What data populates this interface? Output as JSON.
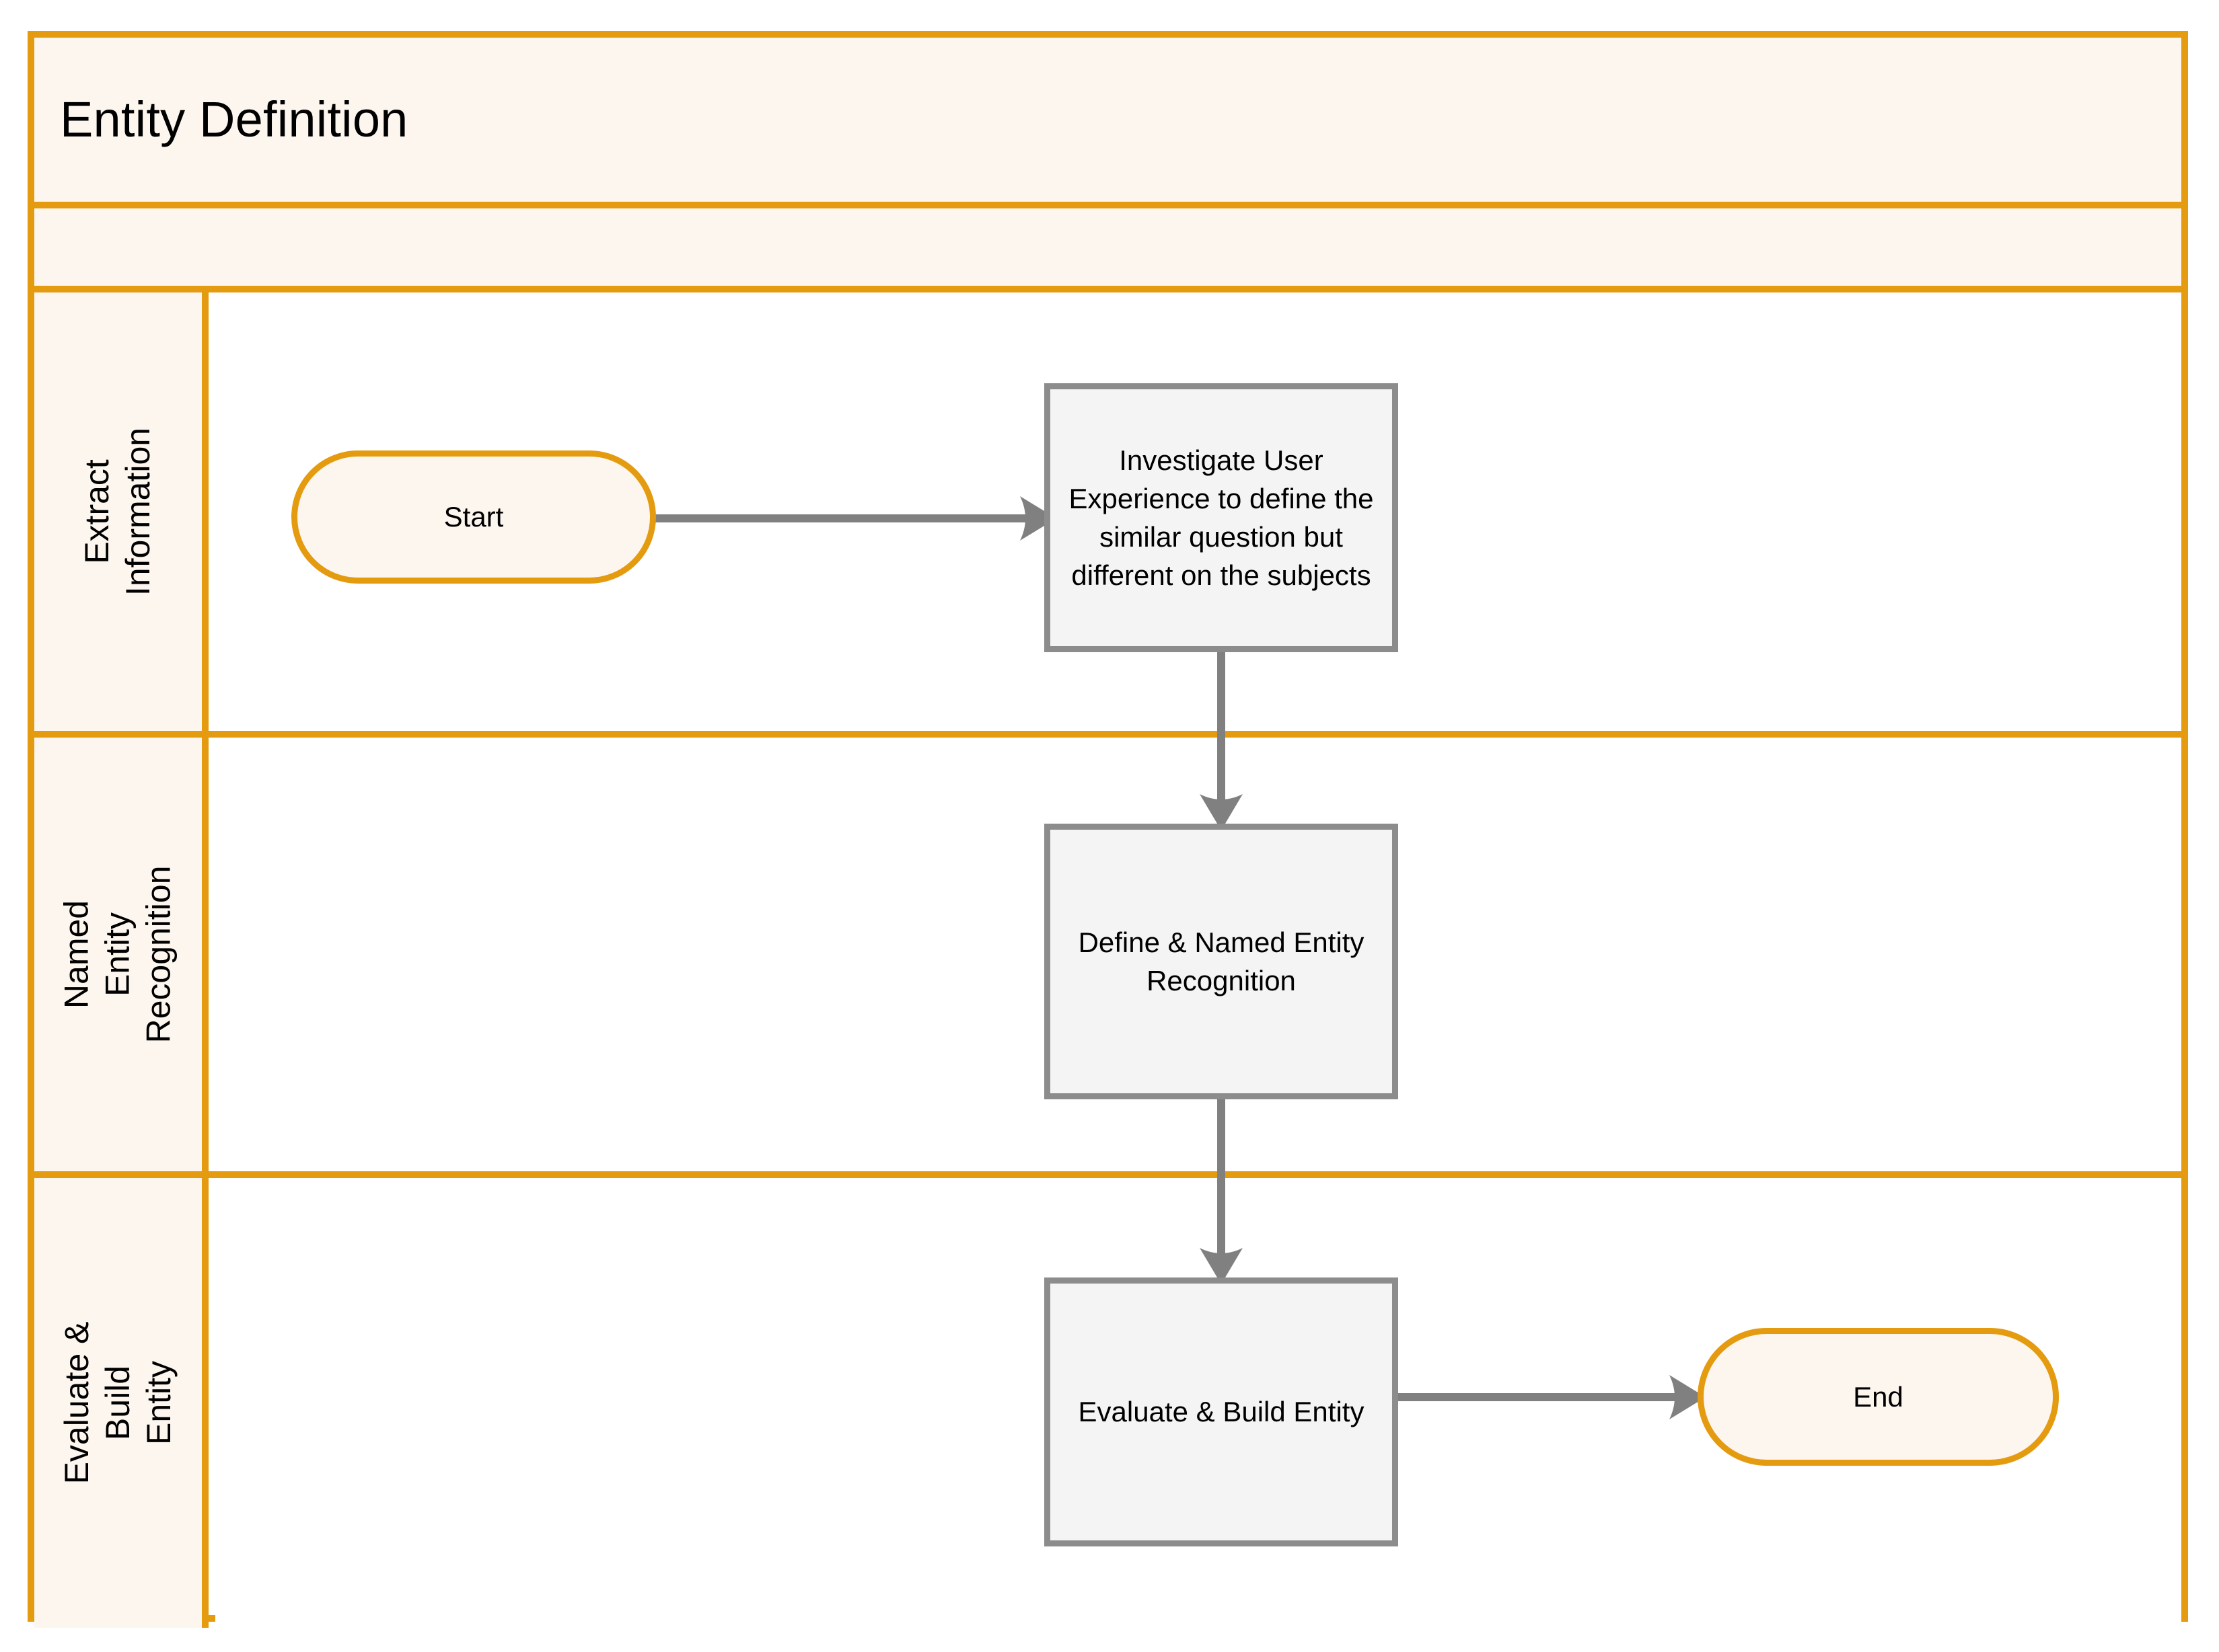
{
  "pool": {
    "title": "Entity Definition",
    "accent_color": "#e49b0f",
    "lane_background": "#fdf6ef",
    "process_background": "#f4f4f4",
    "process_border_color": "#8c8c8c",
    "connector_color": "#808080"
  },
  "lanes": [
    {
      "id": "lane-extract-information",
      "label": "Extract Information"
    },
    {
      "id": "lane-named-entity-recognition",
      "label": "Named Entity Recognition"
    },
    {
      "id": "lane-evaluate-build-entity",
      "label": "Evaluate & Build Entity"
    }
  ],
  "nodes": [
    {
      "id": "start",
      "type": "terminator",
      "lane": 0,
      "label": "Start"
    },
    {
      "id": "p1",
      "type": "process",
      "lane": 0,
      "label": "Investigate User Experience to define the similar question but different on the subjects"
    },
    {
      "id": "p2",
      "type": "process",
      "lane": 1,
      "label": "Define & Named Entity Recognition"
    },
    {
      "id": "p3",
      "type": "process",
      "lane": 2,
      "label": "Evaluate & Build Entity"
    },
    {
      "id": "end",
      "type": "terminator",
      "lane": 2,
      "label": "End"
    }
  ],
  "connectors": [
    {
      "id": "start-to-p1",
      "from": "start",
      "to": "p1",
      "direction": "right",
      "label": ""
    },
    {
      "id": "p1-to-p2",
      "from": "p1",
      "to": "p2",
      "direction": "down",
      "label": ""
    },
    {
      "id": "p2-to-p3",
      "from": "p2",
      "to": "p3",
      "direction": "down",
      "label": ""
    },
    {
      "id": "p3-to-end",
      "from": "p3",
      "to": "end",
      "direction": "right",
      "label": ""
    }
  ]
}
